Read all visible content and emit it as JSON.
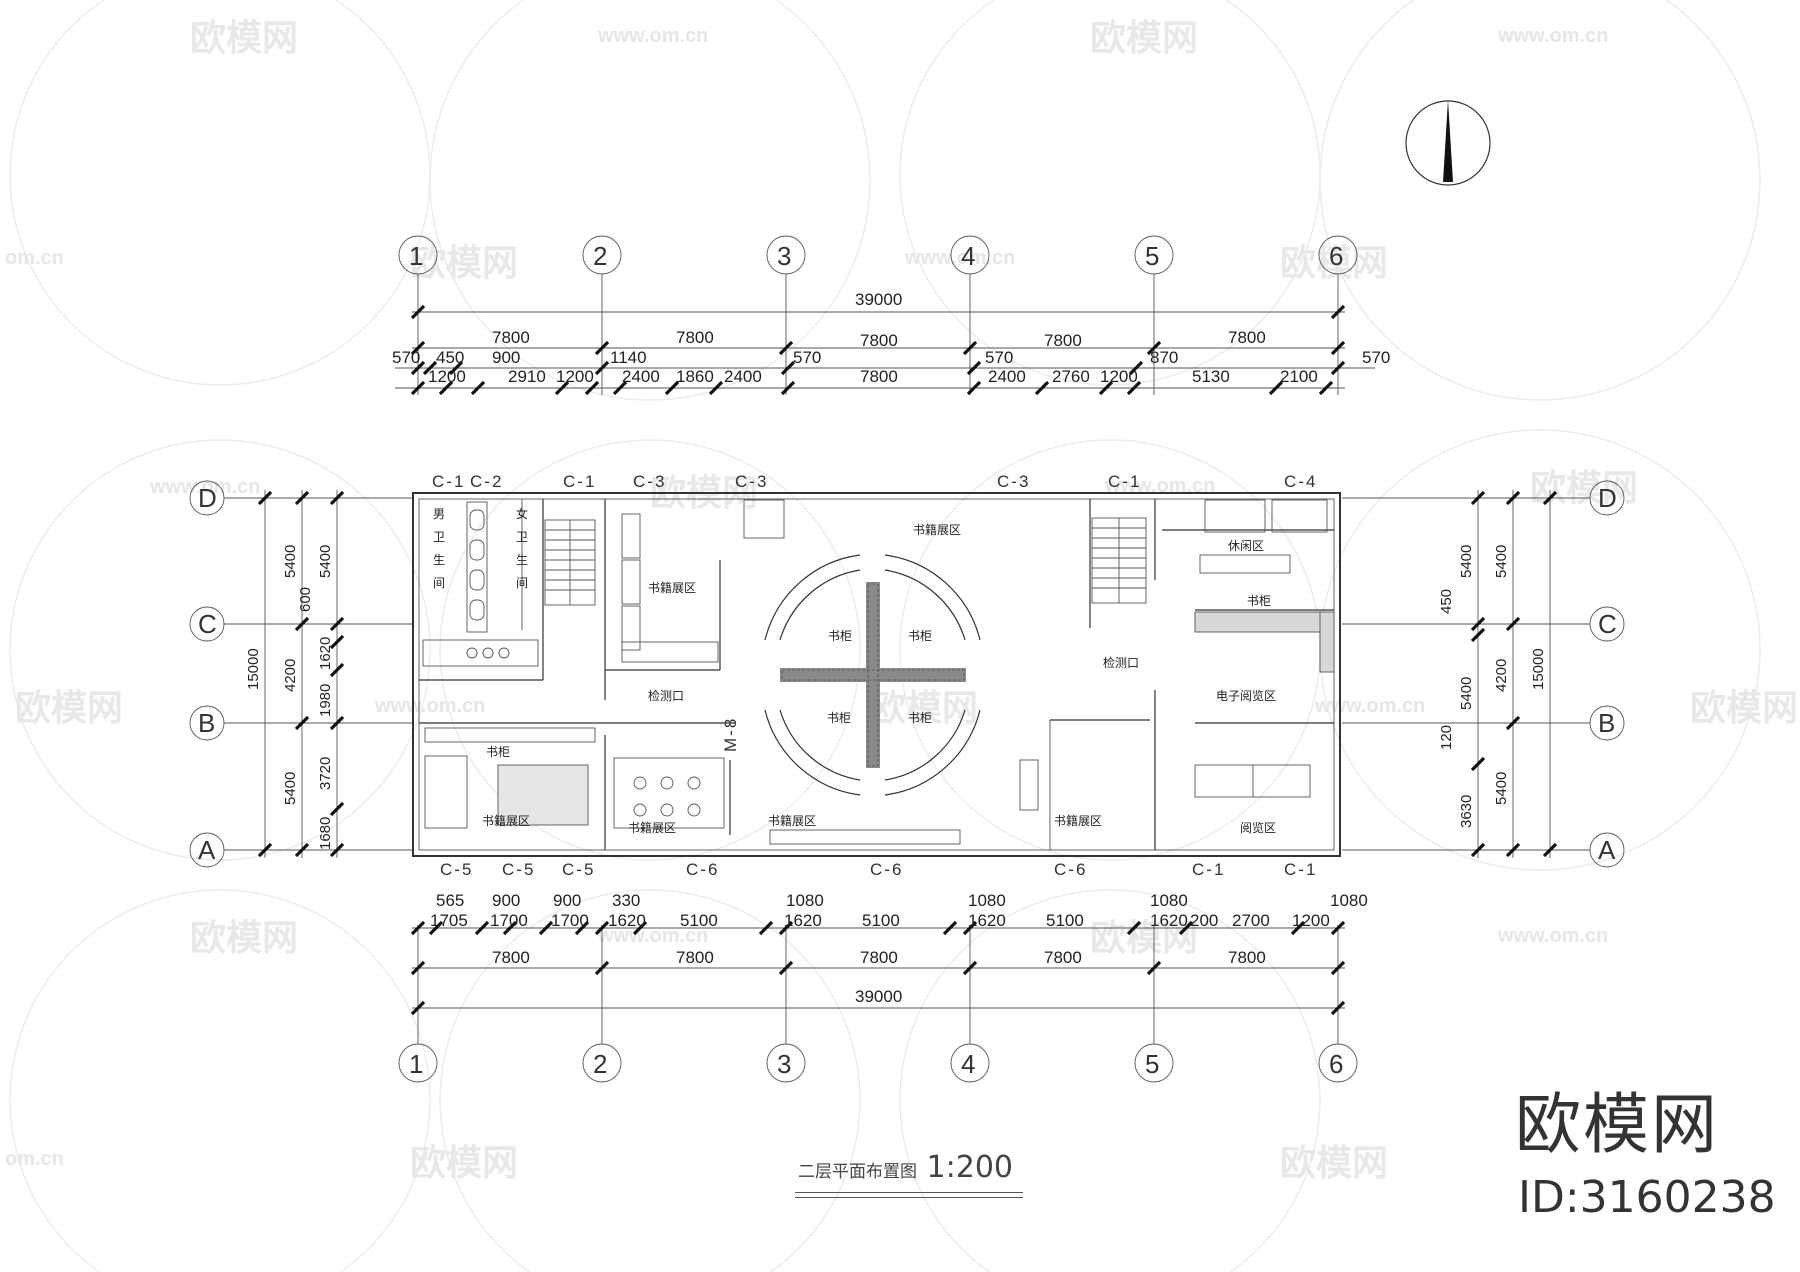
{
  "watermark": {
    "brand": "欧模网",
    "url": "www.om.cn",
    "url_fragment": "om.cn"
  },
  "brand_mark": {
    "name": "欧模网",
    "id": "ID:3160238"
  },
  "drawing_title": {
    "name": "二层平面布置图",
    "scale": "1:200"
  },
  "axes": {
    "columns": [
      "1",
      "2",
      "3",
      "4",
      "5",
      "6"
    ],
    "rows": [
      "D",
      "C",
      "B",
      "A"
    ]
  },
  "dimensions": {
    "top_total": "39000",
    "top_bays": [
      "7800",
      "7800",
      "7800",
      "7800",
      "7800"
    ],
    "top_detail_row1": [
      "570",
      "450",
      "900",
      "1140",
      "570",
      "570",
      "870",
      "570"
    ],
    "top_detail_row2": [
      "1200",
      "2910",
      "1200",
      "2400",
      "1860",
      "2400",
      "7800",
      "2400",
      "2760",
      "1200",
      "5130",
      "2100"
    ],
    "bottom_detail_row1": [
      "565",
      "900",
      "900",
      "330",
      "1080",
      "1080",
      "1080",
      "1080"
    ],
    "bottom_detail_row2": [
      "1705",
      "1700",
      "1700",
      "1620",
      "5100",
      "1620",
      "5100",
      "1620",
      "5100",
      "1620",
      "200",
      "2700",
      "1200"
    ],
    "bottom_bays": [
      "7800",
      "7800",
      "7800",
      "7800",
      "7800"
    ],
    "bottom_total": "39000",
    "left_total": "15000",
    "left_spans": [
      "5400",
      "4200",
      "5400"
    ],
    "left_detail": [
      "5400",
      "600",
      "1620",
      "1980",
      "3720",
      "1680"
    ],
    "right_total": "15000",
    "right_spans": [
      "5400",
      "4200",
      "5400"
    ],
    "right_detail": [
      "5400",
      "450",
      "5400",
      "120",
      "3630"
    ]
  },
  "window_tags": {
    "top": [
      "C-1",
      "C-2",
      "C-1",
      "C-3",
      "C-3",
      "C-3",
      "C-1",
      "C-4"
    ],
    "bottom": [
      "C-5",
      "C-5",
      "C-5",
      "C-6",
      "C-6",
      "C-6",
      "C-1",
      "C-1"
    ],
    "door": "M-8"
  },
  "rooms": {
    "mens_wc": [
      "男",
      "卫",
      "生",
      "间"
    ],
    "womens_wc": [
      "女",
      "卫",
      "生",
      "间"
    ],
    "book_display": "书籍展区",
    "bookcase": "书柜",
    "check_gate": "检测口",
    "lounge": "休闲区",
    "e_reading": "电子阅览区",
    "reading": "阅览区"
  }
}
